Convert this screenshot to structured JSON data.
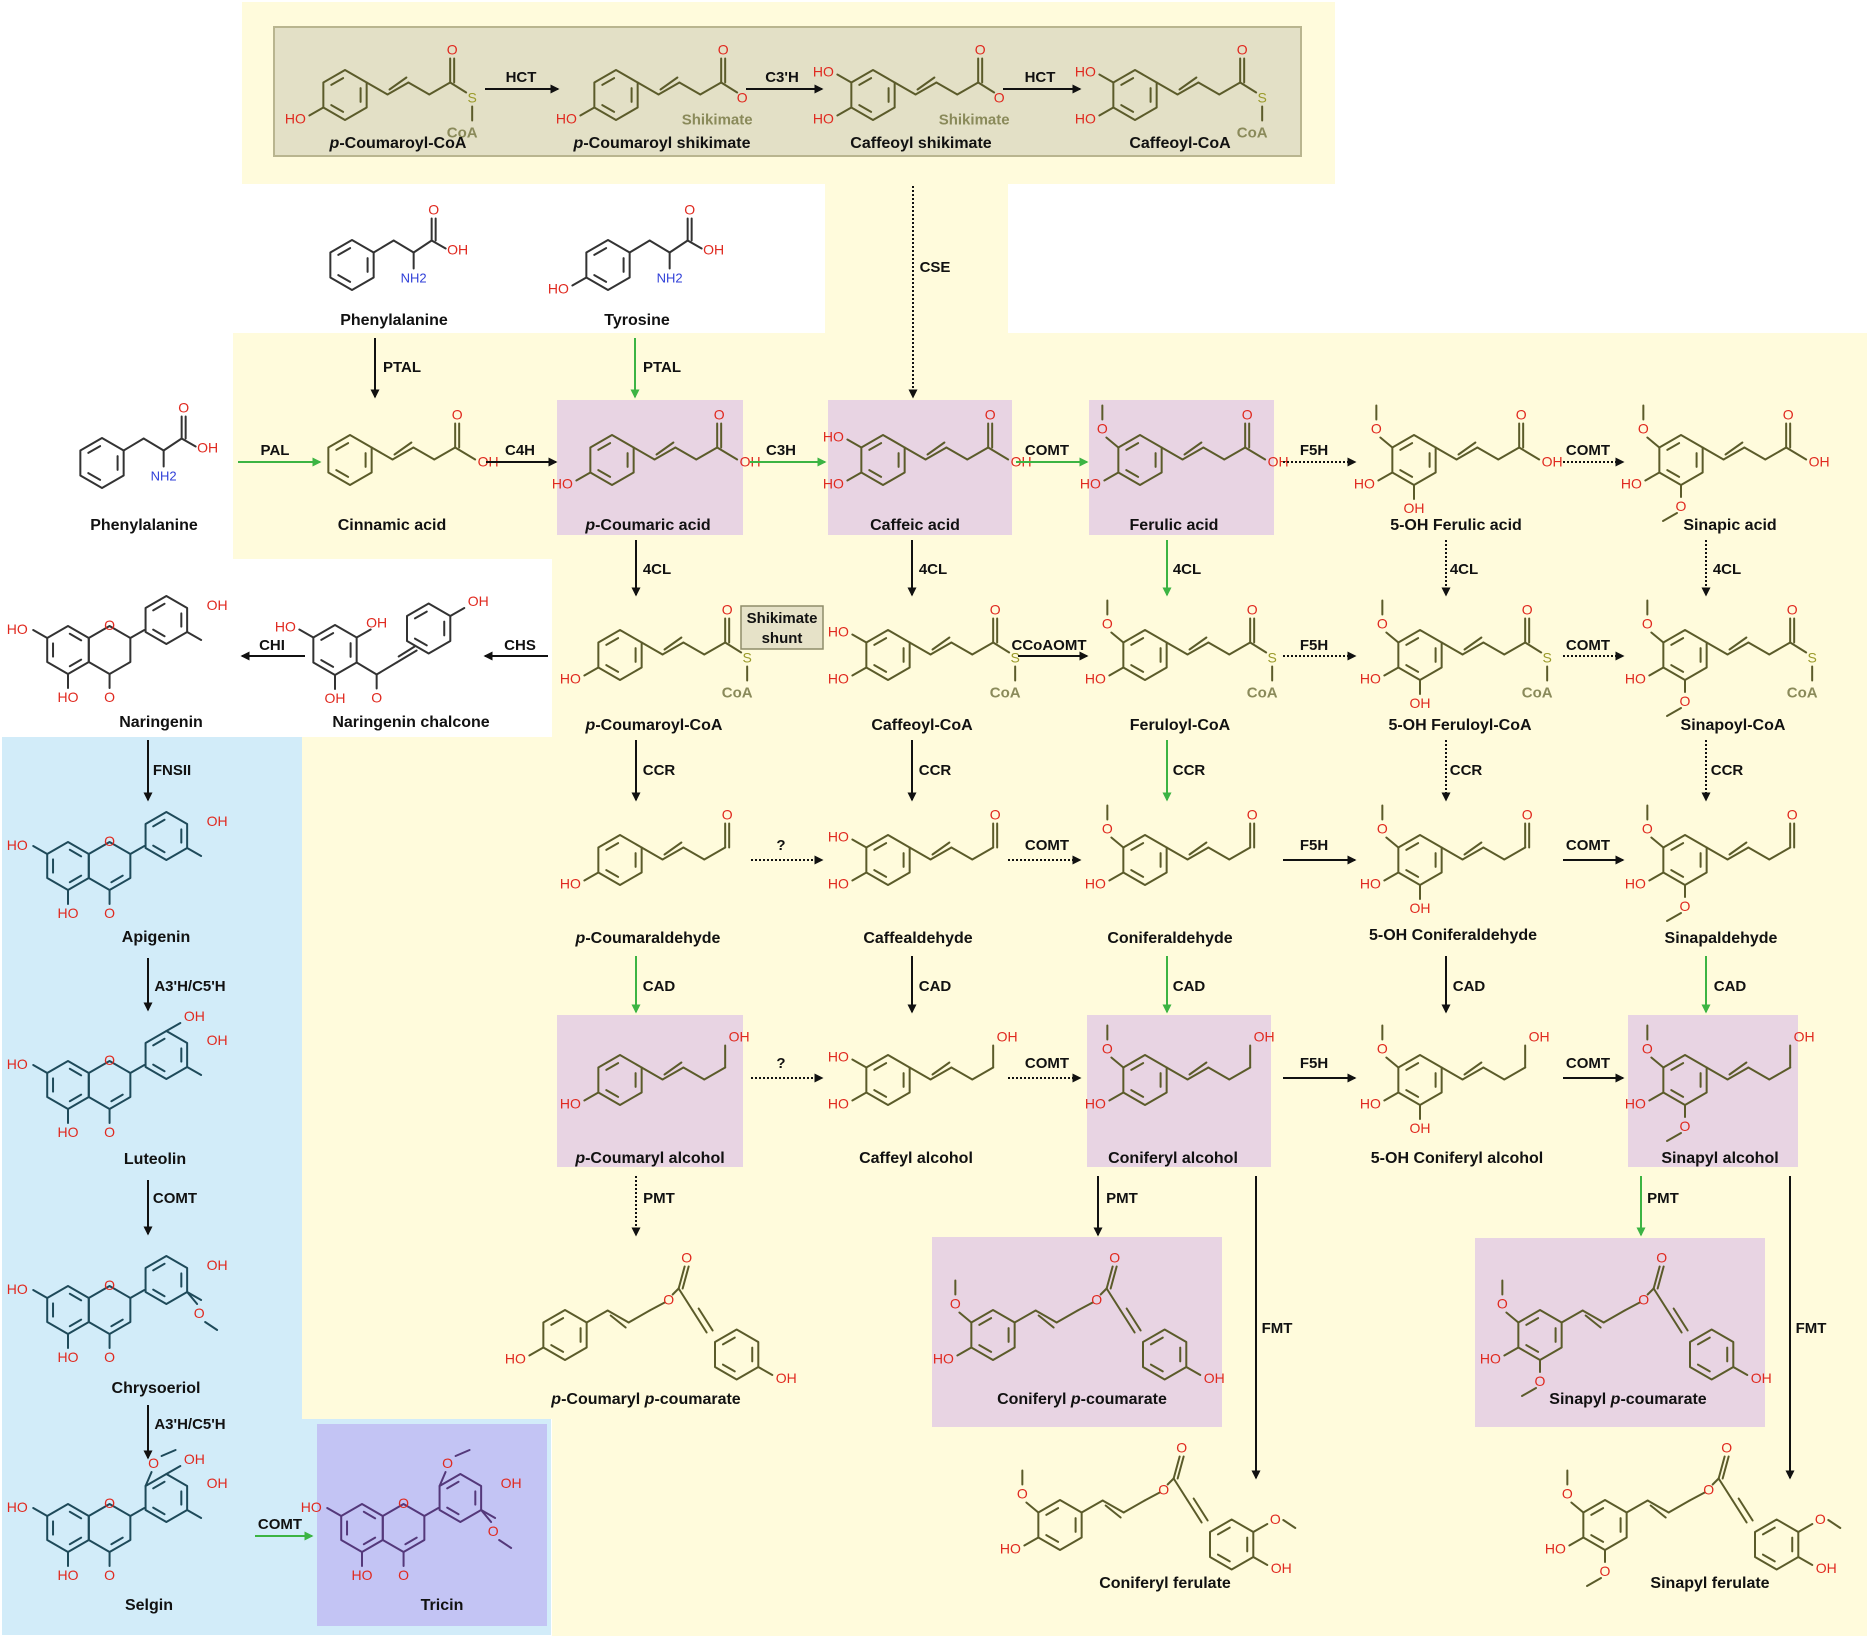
{
  "colors": {
    "cream": "#fffbdc",
    "top_box": "#e3e0c6",
    "top_box_border": "#b9b58f",
    "pink": "#e8d4e3",
    "cyan": "#d2ecf9",
    "lavender": "#c3c4f4",
    "shunt_box": "#e6e2c8",
    "green_arrow": "#3cb443",
    "black_arrow": "#111111",
    "bond_olive": "#5b5b2a",
    "bond_dark": "#333333",
    "bond_teal": "#1e4a5a",
    "bond_purple": "#54387a"
  },
  "compounds": {
    "pcoumaroyl_coa_top": {
      "italic": "p",
      "rest": "-Coumaroyl-CoA"
    },
    "pcoumaroyl_shikimate": {
      "italic": "p",
      "rest": "-Coumaroyl shikimate"
    },
    "caffeoyl_shikimate": "Caffeoyl shikimate",
    "caffeoyl_coa_top": "Caffeoyl-CoA",
    "phenylalanine_top": "Phenylalanine",
    "tyrosine": "Tyrosine",
    "phenylalanine_left": "Phenylalanine",
    "cinnamic_acid": "Cinnamic acid",
    "pcoumaric_acid": {
      "italic": "p",
      "rest": "-Coumaric acid"
    },
    "caffeic_acid": "Caffeic acid",
    "ferulic_acid": "Ferulic acid",
    "oh5_ferulic_acid": "5-OH Ferulic acid",
    "sinapic_acid": "Sinapic acid",
    "naringenin": "Naringenin",
    "naringenin_chalcone": "Naringenin chalcone",
    "pcoumaroyl_coa": {
      "italic": "p",
      "rest": "-Coumaroyl-CoA"
    },
    "caffeoyl_coa": "Caffeoyl-CoA",
    "feruloyl_coa": "Feruloyl-CoA",
    "oh5_feruloyl_coa": "5-OH Feruloyl-CoA",
    "sinapoyl_coa": "Sinapoyl-CoA",
    "apigenin": "Apigenin",
    "pcoumaraldehyde": {
      "italic": "p",
      "rest": "-Coumaraldehyde"
    },
    "caffealdehyde": "Caffealdehyde",
    "coniferaldehyde": "Coniferaldehyde",
    "oh5_coniferaldehyde": "5-OH Coniferaldehyde",
    "sinapaldehyde": "Sinapaldehyde",
    "luteolin": "Luteolin",
    "pcoumaryl_alcohol": {
      "italic": "p",
      "rest": "-Coumaryl alcohol"
    },
    "caffeyl_alcohol": "Caffeyl alcohol",
    "coniferyl_alcohol": "Coniferyl alcohol",
    "oh5_coniferyl_alcohol": "5-OH Coniferyl alcohol",
    "sinapyl_alcohol": "Sinapyl alcohol",
    "chrysoeriol": "Chrysoeriol",
    "pcoumaryl_pcoumarate": {
      "i1": "p",
      "m": "-Coumaryl ",
      "i2": "p",
      "r": "-coumarate"
    },
    "coniferyl_pcoumarate": {
      "a": "Coniferyl ",
      "i": "p",
      "r": "-coumarate"
    },
    "sinapyl_pcoumarate": {
      "a": "Sinapyl ",
      "i": "p",
      "r": "-coumarate"
    },
    "selgin": "Selgin",
    "tricin": "Tricin",
    "coniferyl_ferulate": "Coniferyl ferulate",
    "sinapyl_ferulate": "Sinapyl ferulate"
  },
  "shunt": {
    "line1": "Shikimate",
    "line2": "shunt"
  },
  "groups": {
    "coa": "CoA",
    "shikimate": "Shikimate"
  },
  "atoms": {
    "oh": "HO",
    "ho": "OH",
    "o": "O",
    "s": "S",
    "nh2": "NH2"
  },
  "enzymes": [
    {
      "id": "hct1",
      "label": "HCT",
      "style": "solid",
      "color": "black"
    },
    {
      "id": "c3h_top",
      "label": "C3'H",
      "style": "solid",
      "color": "black"
    },
    {
      "id": "hct2",
      "label": "HCT",
      "style": "solid",
      "color": "black"
    },
    {
      "id": "cse",
      "label": "CSE",
      "style": "dotted",
      "color": "black"
    },
    {
      "id": "ptal1",
      "label": "PTAL",
      "style": "solid",
      "color": "black"
    },
    {
      "id": "ptal2",
      "label": "PTAL",
      "style": "solid",
      "color": "green"
    },
    {
      "id": "pal",
      "label": "PAL",
      "style": "solid",
      "color": "green"
    },
    {
      "id": "c4h",
      "label": "C4H",
      "style": "solid",
      "color": "black"
    },
    {
      "id": "c3h",
      "label": "C3H",
      "style": "solid",
      "color": "green"
    },
    {
      "id": "comt1",
      "label": "COMT",
      "style": "solid",
      "color": "green"
    },
    {
      "id": "f5h1",
      "label": "F5H",
      "style": "dotted",
      "color": "black"
    },
    {
      "id": "comt2",
      "label": "COMT",
      "style": "dotted",
      "color": "black"
    },
    {
      "id": "fcl1",
      "label": "4CL",
      "style": "solid",
      "color": "black"
    },
    {
      "id": "fcl2",
      "label": "4CL",
      "style": "solid",
      "color": "black"
    },
    {
      "id": "fcl3",
      "label": "4CL",
      "style": "solid",
      "color": "green"
    },
    {
      "id": "fcl4",
      "label": "4CL",
      "style": "dotted",
      "color": "black"
    },
    {
      "id": "fcl5",
      "label": "4CL",
      "style": "dotted",
      "color": "black"
    },
    {
      "id": "chi",
      "label": "CHI",
      "style": "solid",
      "color": "black"
    },
    {
      "id": "chs",
      "label": "CHS",
      "style": "solid",
      "color": "black"
    },
    {
      "id": "ccoaomt",
      "label": "CCoAOMT",
      "style": "solid",
      "color": "black"
    },
    {
      "id": "f5h2",
      "label": "F5H",
      "style": "dotted",
      "color": "black"
    },
    {
      "id": "comt3",
      "label": "COMT",
      "style": "dotted",
      "color": "black"
    },
    {
      "id": "fnsii",
      "label": "FNSII",
      "style": "solid",
      "color": "black"
    },
    {
      "id": "ccr1",
      "label": "CCR",
      "style": "solid",
      "color": "black"
    },
    {
      "id": "ccr2",
      "label": "CCR",
      "style": "solid",
      "color": "black"
    },
    {
      "id": "ccr3",
      "label": "CCR",
      "style": "solid",
      "color": "green"
    },
    {
      "id": "ccr4",
      "label": "CCR",
      "style": "dotted",
      "color": "black"
    },
    {
      "id": "ccr5",
      "label": "CCR",
      "style": "dotted",
      "color": "black"
    },
    {
      "id": "q1",
      "label": "?",
      "style": "dotted",
      "color": "black"
    },
    {
      "id": "comt4",
      "label": "COMT",
      "style": "dotted",
      "color": "black"
    },
    {
      "id": "f5h3",
      "label": "F5H",
      "style": "solid",
      "color": "black"
    },
    {
      "id": "comt5",
      "label": "COMT",
      "style": "solid",
      "color": "black"
    },
    {
      "id": "a3h1",
      "label": "A3'H/C5'H",
      "style": "solid",
      "color": "black"
    },
    {
      "id": "cad1",
      "label": "CAD",
      "style": "solid",
      "color": "green"
    },
    {
      "id": "cad2",
      "label": "CAD",
      "style": "solid",
      "color": "black"
    },
    {
      "id": "cad3",
      "label": "CAD",
      "style": "solid",
      "color": "green"
    },
    {
      "id": "cad4",
      "label": "CAD",
      "style": "solid",
      "color": "black"
    },
    {
      "id": "cad5",
      "label": "CAD",
      "style": "solid",
      "color": "green"
    },
    {
      "id": "q2",
      "label": "?",
      "style": "dotted",
      "color": "black"
    },
    {
      "id": "comt6",
      "label": "COMT",
      "style": "dotted",
      "color": "black"
    },
    {
      "id": "f5h4",
      "label": "F5H",
      "style": "solid",
      "color": "black"
    },
    {
      "id": "comt7",
      "label": "COMT",
      "style": "solid",
      "color": "black"
    },
    {
      "id": "comt8",
      "label": "COMT",
      "style": "solid",
      "color": "black"
    },
    {
      "id": "pmt1",
      "label": "PMT",
      "style": "dotted",
      "color": "black"
    },
    {
      "id": "pmt2",
      "label": "PMT",
      "style": "solid",
      "color": "black"
    },
    {
      "id": "fmt1",
      "label": "FMT",
      "style": "solid",
      "color": "black"
    },
    {
      "id": "pmt3",
      "label": "PMT",
      "style": "solid",
      "color": "green"
    },
    {
      "id": "fmt2",
      "label": "FMT",
      "style": "solid",
      "color": "black"
    },
    {
      "id": "a3h2",
      "label": "A3'H/C5'H",
      "style": "solid",
      "color": "black"
    },
    {
      "id": "comt9",
      "label": "COMT",
      "style": "solid",
      "color": "green"
    }
  ]
}
